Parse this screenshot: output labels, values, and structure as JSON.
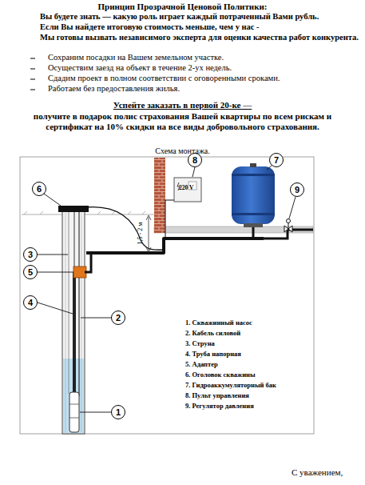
{
  "diagram": {
    "title": "Принцип Прозрачной Ценовой Политики:",
    "nodes": [
      {
        "text": [
          "8"
        ]
      },
      {
        "text": [
          "7"
        ]
      },
      {
        "text": [
          "6"
        ]
      },
      {
        "text": [
          "9"
        ]
      },
      {
        "text": [
          "3"
        ]
      },
      {
        "text": [
          "5"
        ]
      },
      {
        "text": [
          "4"
        ]
      },
      {
        "text": [
          "2"
        ]
      },
      {
        "text": [
          "1"
        ]
      }
    ],
    "labels": [
      "Вы будете знать — какую роль играет каждый потраченный Вами рубль.",
      "Если Вы найдете итоговую стоимость меньше, чем у нас -",
      "Мы готовы вызвать независимого эксперта для оценки качества работ конкурента.",
      "Сохраним посадки на Вашем земельном участке.",
      "Осуществим заезд на объект в течение 2-ух недель.",
      "Сдадим проект в полном соответствии с оговоренными сроками.",
      "Работаем без предоставления жилья.",
      "Успейте заказать в первой 20-ке —",
      "получите в подарок полис страхования Вашей квартиры по всем рискам и сертификат на 10% скидки на все виды добровольного страхования.",
      "Схема монтажа.",
      "220 V",
      "1,5 - 2 м",
      "1. Скважинный насос",
      "2. Кабель силовой",
      "3. Струна",
      "4. Труба напорная",
      "5. Адаптер",
      "6. Оголовок скважины",
      "7. Гидроаккумуляторный бак",
      "8. Пульт управления",
      "9. Регулятор давления",
      "С уважением,"
    ]
  }
}
